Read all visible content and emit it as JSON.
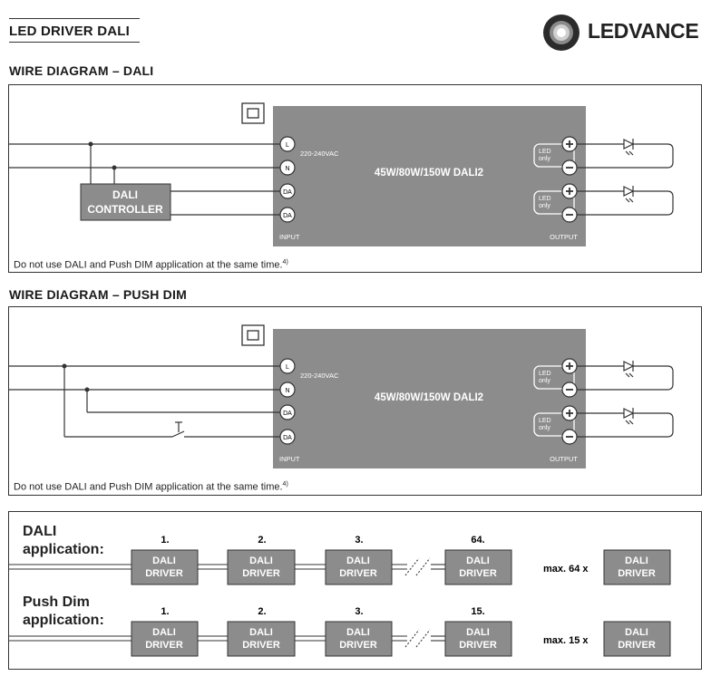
{
  "header": {
    "doc_title": "LED DRIVER DALI",
    "brand": "LEDVANCE"
  },
  "wire_dali": {
    "title": "WIRE DIAGRAM – DALI",
    "voltage": "220-240VAC",
    "driver_label": "45W/80W/150W DALI2",
    "input_label": "INPUT",
    "output_label": "OUTPUT",
    "terminals": [
      "L",
      "N",
      "DA",
      "DA"
    ],
    "led_only_line1": "LED",
    "led_only_line2": "only",
    "controller_line1": "DALI",
    "controller_line2": "CONTROLLER",
    "note": "Do not use DALI and Push DIM application at the same time.",
    "note_ref": "4)"
  },
  "wire_push": {
    "title": "WIRE DIAGRAM – PUSH DIM",
    "voltage": "220-240VAC",
    "driver_label": "45W/80W/150W DALI2",
    "input_label": "INPUT",
    "output_label": "OUTPUT",
    "terminals": [
      "L",
      "N",
      "DA",
      "DA"
    ],
    "led_only_line1": "LED",
    "led_only_line2": "only",
    "note": "Do not use DALI and Push DIM application at the same time.",
    "note_ref": "4)"
  },
  "applications": {
    "dali_line1": "DALI",
    "dali_line2": "application:",
    "dali_numbers": [
      "1.",
      "2.",
      "3.",
      "64."
    ],
    "dali_max": "max. 64 x",
    "push_line1": "Push Dim",
    "push_line2": "application:",
    "push_numbers": [
      "1.",
      "2.",
      "3.",
      "15."
    ],
    "push_max": "max. 15 x",
    "box_line1": "DALI",
    "box_line2": "DRIVER"
  },
  "colors": {
    "driver_fill": "#8c8c8c",
    "box_fill": "#8c8c8c",
    "line": "#333333"
  }
}
